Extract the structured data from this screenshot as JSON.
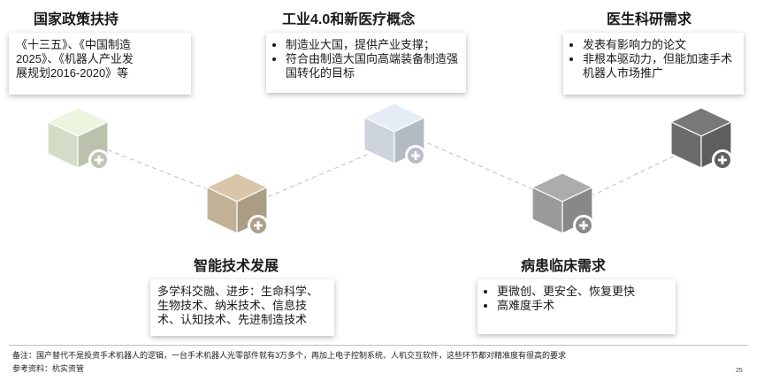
{
  "stages": [
    {
      "heading": "国家政策扶持",
      "lines": [
        "《十三五》、《中国制造",
        "2025》、《机器人产业发",
        "展规划2016-2020》等"
      ],
      "cube_color": "#d3dcc6",
      "cube_icon": "cube-icon",
      "plus_icon": "plus-icon"
    },
    {
      "heading": "智能技术发展",
      "lines": [
        "多学科交融、进步：生命科学、",
        "生物技术、纳米技术、信息技",
        "术、认知技术、先进制造技术"
      ],
      "cube_color": "#c2b196",
      "cube_icon": "cube-icon",
      "plus_icon": "plus-icon"
    },
    {
      "heading": "工业4.0和新医疗概念",
      "bullets": [
        "制造业大国，提供产业支撑；",
        "符合由制造大国向高端装备制造强国转化的目标"
      ],
      "cube_color": "#cdd3dc",
      "cube_icon": "cube-icon",
      "plus_icon": "plus-icon"
    },
    {
      "heading": "病患临床需求",
      "bullets": [
        "更微创、更安全、恢复更快",
        "高难度手术"
      ],
      "cube_color": "#9a9a9a",
      "cube_icon": "cube-icon",
      "plus_icon": "plus-icon"
    },
    {
      "heading": "医生科研需求",
      "bullets": [
        "发表有影响力的论文",
        "非根本驱动力，但能加速手术机器人市场推广"
      ],
      "cube_color": "#6b6b6b",
      "cube_icon": "cube-icon",
      "plus_icon": "plus-icon"
    }
  ],
  "footer": {
    "note": "备注：国产替代不是投资手术机器人的逻辑，一台手术机器人光零部件就有3万多个，再加上电子控制系统、人机交互软件，这些环节都对精准度有很高的要求",
    "source": "参考资料：杭实资管",
    "page_number": "25"
  }
}
